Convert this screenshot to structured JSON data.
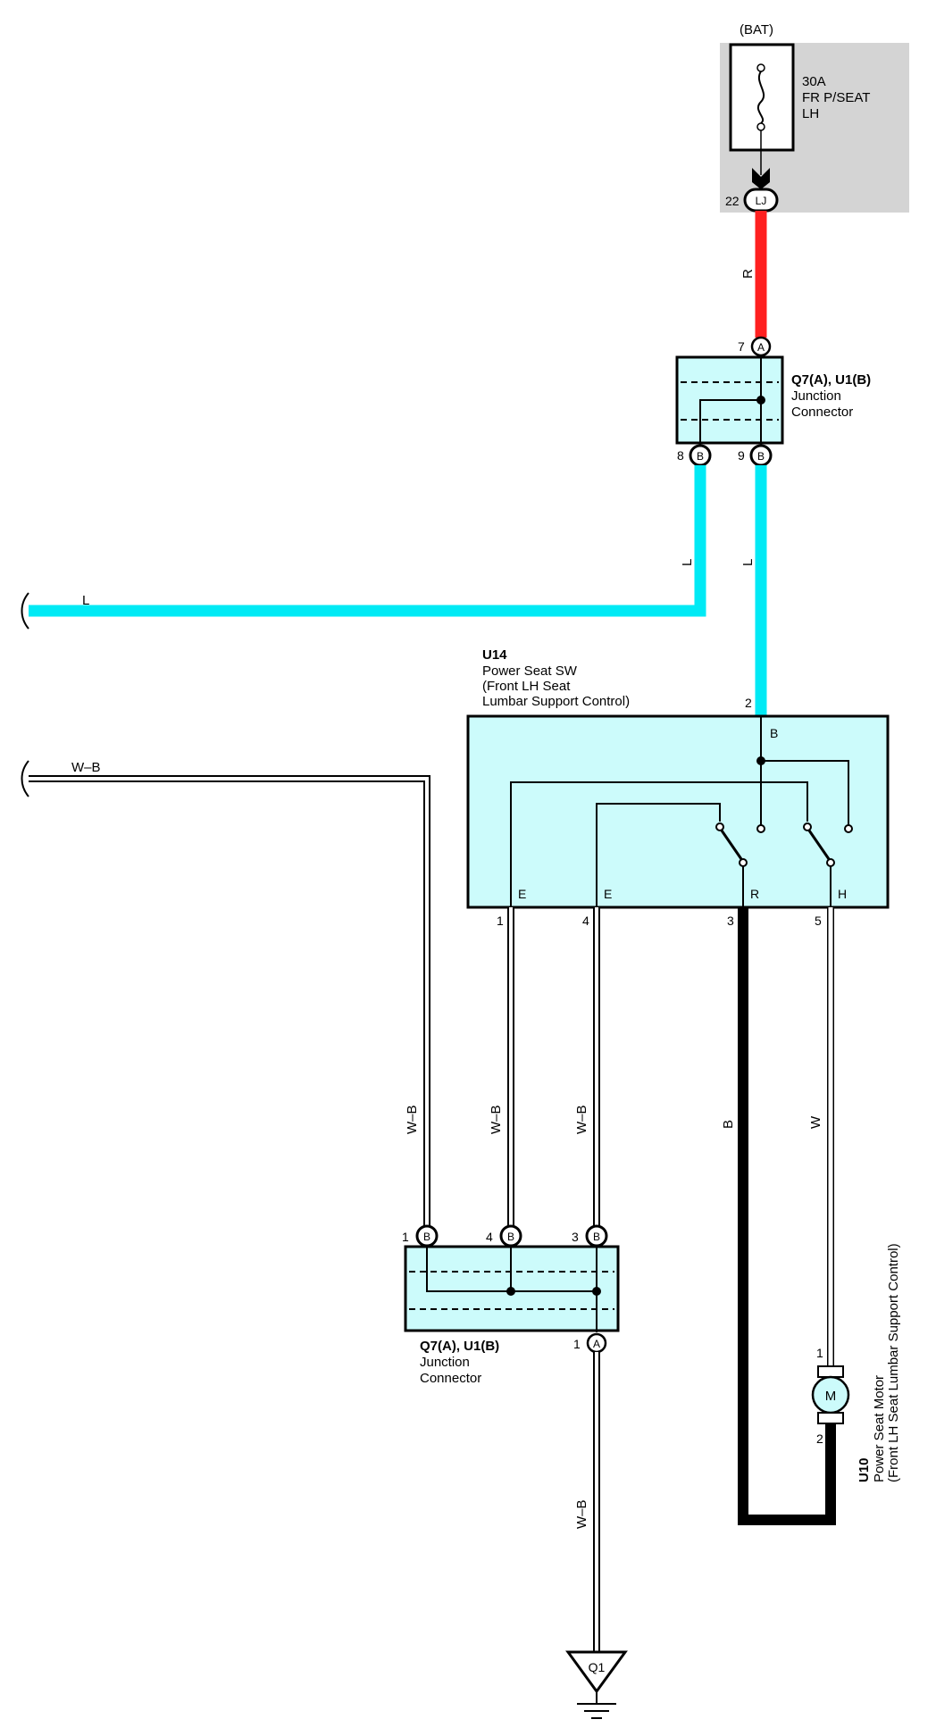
{
  "power_source": {
    "bat_label": "(BAT)",
    "fuse_rating": "30A",
    "fuse_line2": "FR P/SEAT",
    "fuse_line3": "LH",
    "connector_pin": "22",
    "connector_id": "LJ"
  },
  "junction_top": {
    "title": "Q7(A), U1(B)",
    "line2": "Junction",
    "line3": "Connector",
    "pin_in": "7",
    "pin_in_letter": "A",
    "pin_out1": "8",
    "pin_out1_letter": "B",
    "pin_out2": "9",
    "pin_out2_letter": "B"
  },
  "switch": {
    "id": "U14",
    "line1": "Power Seat SW",
    "line2": "(Front LH Seat",
    "line3": "Lumbar Support Control)",
    "pin_b": "2",
    "term_b": "B",
    "pin_e1": "1",
    "term_e1": "E",
    "pin_e2": "4",
    "term_e2": "E",
    "pin_r": "3",
    "term_r": "R",
    "pin_h": "5",
    "term_h": "H"
  },
  "junction_bottom": {
    "title": "Q7(A), U1(B)",
    "line2": "Junction",
    "line3": "Connector",
    "pin_1": "1",
    "pin_1_letter": "B",
    "pin_4": "4",
    "pin_4_letter": "B",
    "pin_3": "3",
    "pin_3_letter": "B",
    "pin_out": "1",
    "pin_out_letter": "A"
  },
  "motor": {
    "id": "U10",
    "line1": "Power Seat Motor",
    "line2": "(Front LH Seat Lumbar Support Control)",
    "pin_1": "1",
    "pin_2": "2",
    "symbol": "M"
  },
  "ground": {
    "id": "Q1"
  },
  "wires": {
    "red": "R",
    "blue_left_branch": "L",
    "blue_vertical_left": "L",
    "blue_vertical_right": "L",
    "wb_top_left": "W–B",
    "wb_vert_1": "W–B",
    "wb_vert_2": "W–B",
    "wb_vert_3": "W–B",
    "wb_ground": "W–B",
    "black": "B",
    "white": "W"
  },
  "colors": {
    "red_wire": "#ff2020",
    "blue_wire": "#00eaf5",
    "component_fill": "#ccfbfb",
    "fuse_box_fill": "#d4d4d4"
  }
}
